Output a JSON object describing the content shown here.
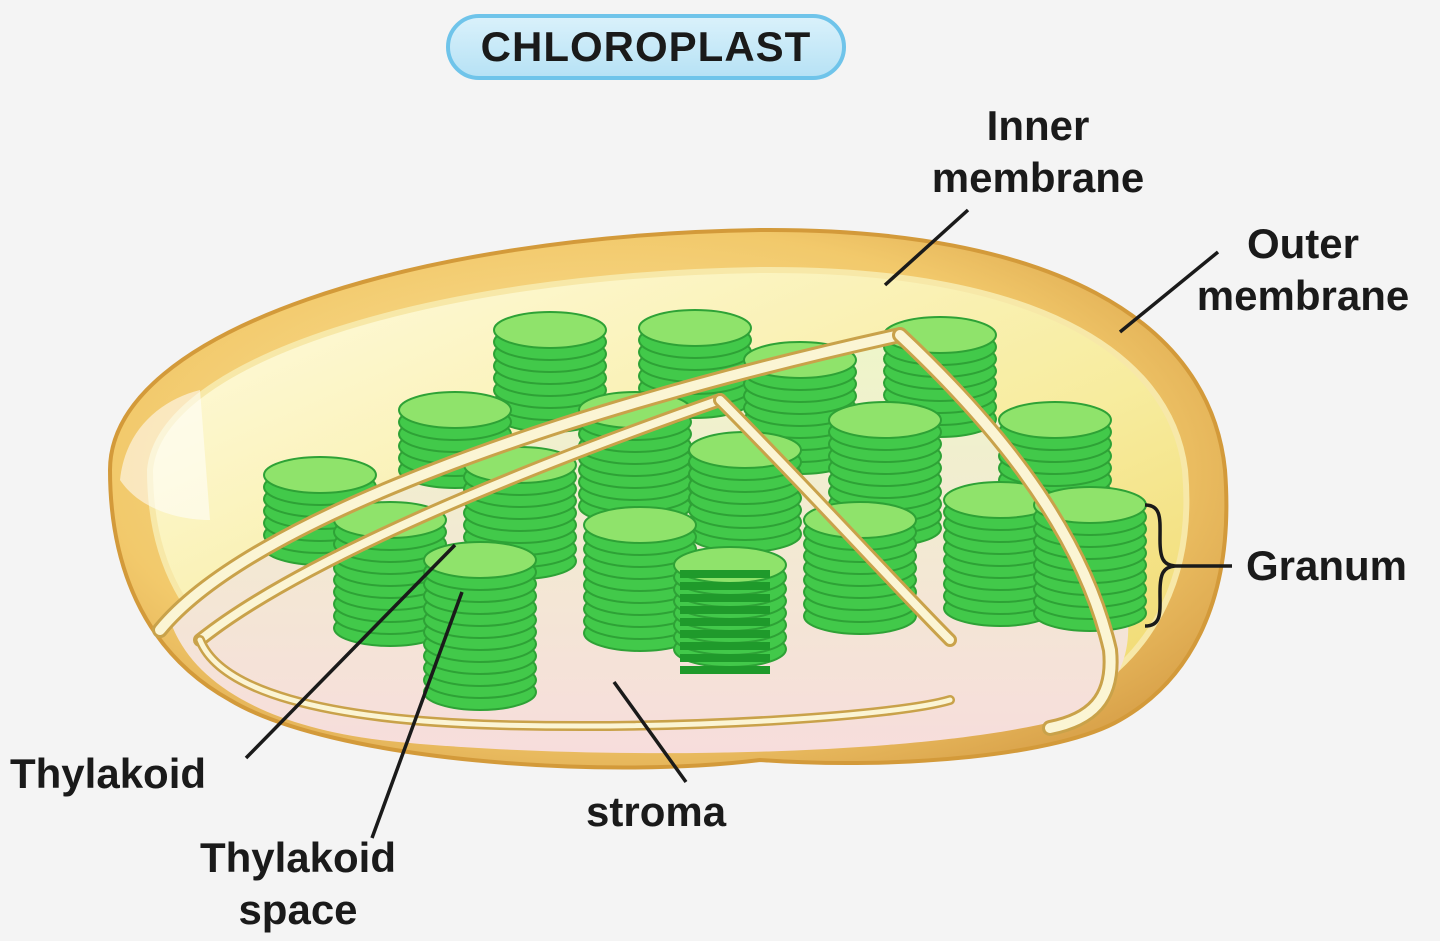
{
  "title": "CHLOROPLAST",
  "labels": {
    "inner_membrane": [
      "Inner",
      "membrane"
    ],
    "outer_membrane": [
      "Outer",
      "membrane"
    ],
    "granum": "Granum",
    "thylakoid": "Thylakoid",
    "thylakoid_space": [
      "Thylakoid",
      "space"
    ],
    "stroma": "stroma"
  },
  "colors": {
    "outer_membrane": "#f2c96b",
    "inner_membrane": "#fbf1c4",
    "stroma": "#f7dede",
    "granum": "#42c94a",
    "granum_highlight": "#8fe36b",
    "label_text": "#1a1a1a",
    "title_border": "#6fc4ea"
  }
}
